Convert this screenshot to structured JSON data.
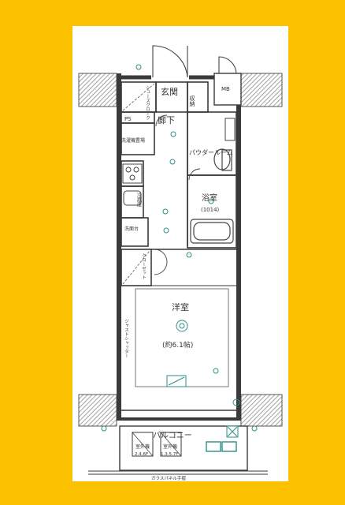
{
  "colors": {
    "frame": "#FCC200",
    "paper": "#FFFFFF",
    "wall": "#3A3A3A",
    "hatch": "#8A8A8A",
    "line": "#444444",
    "fixture": "#2D8E87"
  },
  "rooms": {
    "entrance": "玄関",
    "storage": "収納",
    "hallway": "廊下",
    "shoe_closet": "シューズクローク",
    "ps": "PS",
    "laundry_space": "洗濯機置場",
    "kitchen_fridge": "冷蔵庫",
    "washstand": "洗面台",
    "powder_room": "パウダールーム",
    "bathroom": "浴室",
    "bath_size": "(1014)",
    "closet": "クローゼット",
    "western_room": "洋室",
    "western_room_size": "(約6.1帖)",
    "shelf": "ジャストシャッター",
    "mb": "MB",
    "balcony": "バルコニー",
    "ac_left": "室外機",
    "ac_left_note": "2.4.6F",
    "ac_right": "室外機",
    "ac_right_note": "1.3.5.7F",
    "glass_rail": "ガラスパネル手摺"
  }
}
